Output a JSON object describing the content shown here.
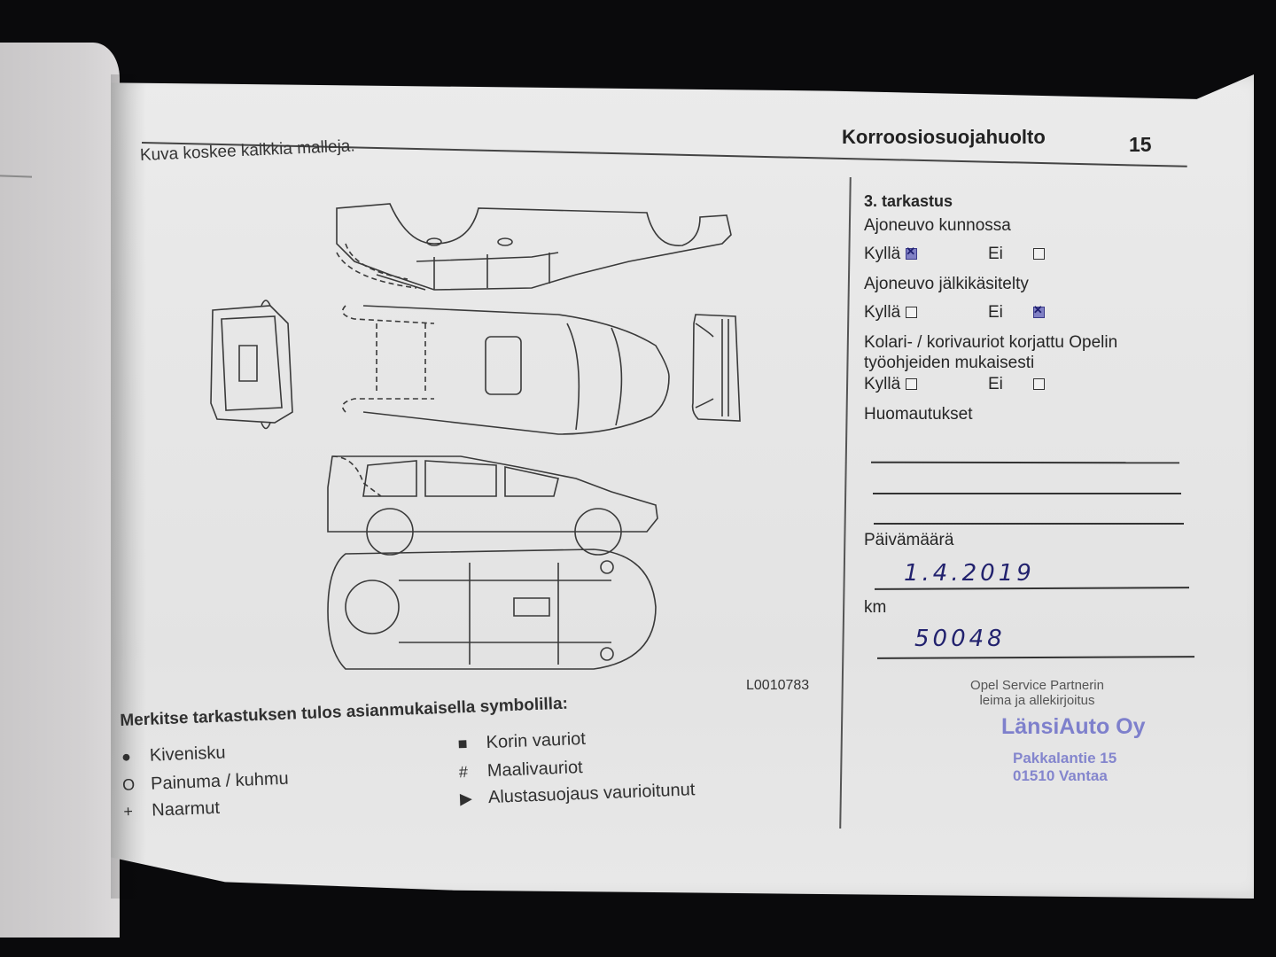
{
  "header": {
    "title": "Korroosiosuojahuolto",
    "page_number": "15"
  },
  "caption": "Kuva koskee kaikkia malleja.",
  "figure_code": "L0010783",
  "inspection": {
    "heading": "3. tarkastus",
    "questions": [
      {
        "label": "Ajoneuvo kunnossa",
        "yes_label": "Kyllä",
        "no_label": "Ei",
        "yes_checked": true,
        "no_checked": false
      },
      {
        "label": "Ajoneuvo jälkikäsitelty",
        "yes_label": "Kyllä",
        "no_label": "Ei",
        "yes_checked": false,
        "no_checked": true
      },
      {
        "label_line1": "Kolari- / korivauriot korjattu Opelin",
        "label_line2": "työohjeiden mukaisesti",
        "yes_label": "Kyllä",
        "no_label": "Ei",
        "yes_checked": false,
        "no_checked": false
      }
    ],
    "remarks_label": "Huomautukset",
    "remarks_lines": [
      "",
      "",
      ""
    ],
    "date_label": "Päivämäärä",
    "date_value": "1.4.2019",
    "km_label": "km",
    "km_value": "50048"
  },
  "stamp": {
    "caption_line1": "Opel Service Partnerin",
    "caption_line2": "leima ja allekirjoitus",
    "company": "LänsiAuto Oy",
    "address_line1": "Pakkalantie 15",
    "address_line2": "01510 Vantaa"
  },
  "legend": {
    "title": "Merkitse tarkastuksen tulos asianmukaisella symbolilla:",
    "items": [
      {
        "symbol": "●",
        "icon": "filled-circle-icon",
        "label": "Kivenisku"
      },
      {
        "symbol": "O",
        "icon": "open-circle-icon",
        "label": "Painuma / kuhmu"
      },
      {
        "symbol": "+",
        "icon": "plus-icon",
        "label": "Naarmut"
      },
      {
        "symbol": "■",
        "icon": "filled-square-icon",
        "label": "Korin vauriot"
      },
      {
        "symbol": "#",
        "icon": "hash-icon",
        "label": "Maalivauriot"
      },
      {
        "symbol": "▶",
        "icon": "triangle-right-icon",
        "label": "Alustasuojaus vaurioitunut"
      }
    ]
  },
  "colors": {
    "paper": "#e8e8e8",
    "ink": "#262626",
    "pen": "#22226e",
    "stamp": "#6d6fc8",
    "background": "#0a0a0c"
  }
}
